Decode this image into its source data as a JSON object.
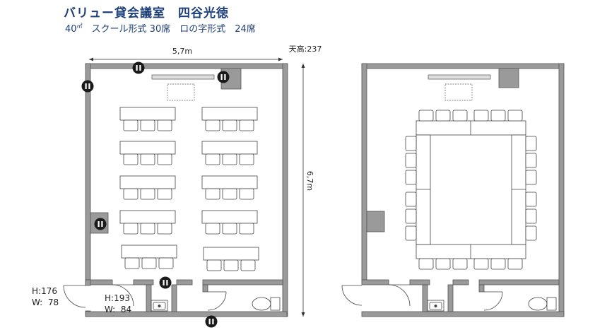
{
  "header": {
    "title": "バリュー貸会議室　四谷光徳",
    "area": "40",
    "area_unit": "㎡",
    "sq_mark": "",
    "capacity": "　スクール形式 30席　ロの字形式　24席"
  },
  "dimensions": {
    "width": "5,7m",
    "depth": "6,7m",
    "ceiling": "天高:237"
  },
  "door_left": {
    "h": "H:176",
    "w": "W:  78"
  },
  "door_bottom": {
    "h": "H:193",
    "w": "W:  84"
  },
  "colors": {
    "wall": "#9a9a9a",
    "wall_stroke": "#555555",
    "furniture_stroke": "#444444",
    "outlet": "#1a1a1a",
    "title": "#1d3f7a"
  },
  "icons": [
    "outlet-icon",
    "sink-icon",
    "toilet-icon",
    "door-swing-icon",
    "projector-screen-icon"
  ]
}
